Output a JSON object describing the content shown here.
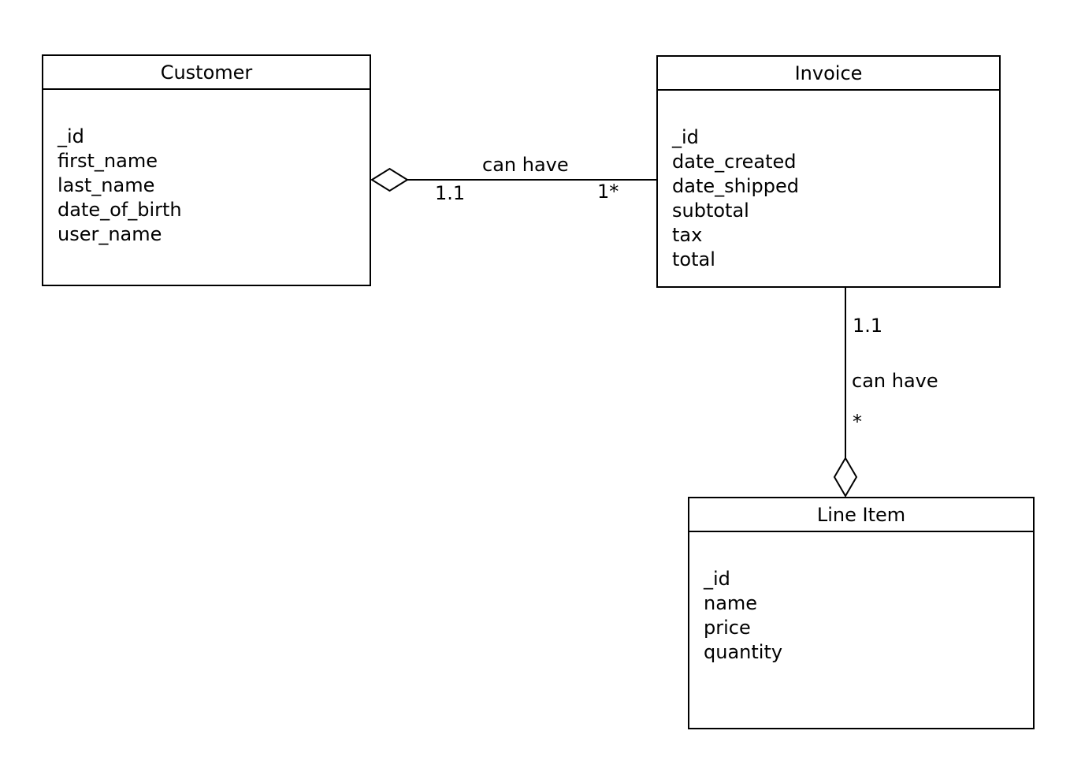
{
  "colors": {
    "background": "#ffffff",
    "line": "#000000",
    "text": "#000000"
  },
  "entities": [
    {
      "name": "Customer",
      "fields": [
        "_id",
        "first_name",
        "last_name",
        "date_of_birth",
        "user_name"
      ]
    },
    {
      "name": "Invoice",
      "fields": [
        "_id",
        "date_created",
        "date_shipped",
        "subtotal",
        "tax",
        "total"
      ]
    },
    {
      "name": "Line Item",
      "fields": [
        "_id",
        "name",
        "price",
        "quantity"
      ]
    }
  ],
  "relationships": [
    {
      "from": "Customer",
      "to": "Invoice",
      "label": "can have",
      "from_multiplicity": "1.1",
      "to_multiplicity": "1*",
      "aggregation_diamond_end": "Customer"
    },
    {
      "from": "Invoice",
      "to": "Line Item",
      "label": "can have",
      "from_multiplicity": "1.1",
      "to_multiplicity": "*",
      "aggregation_diamond_end": "Line Item"
    }
  ]
}
